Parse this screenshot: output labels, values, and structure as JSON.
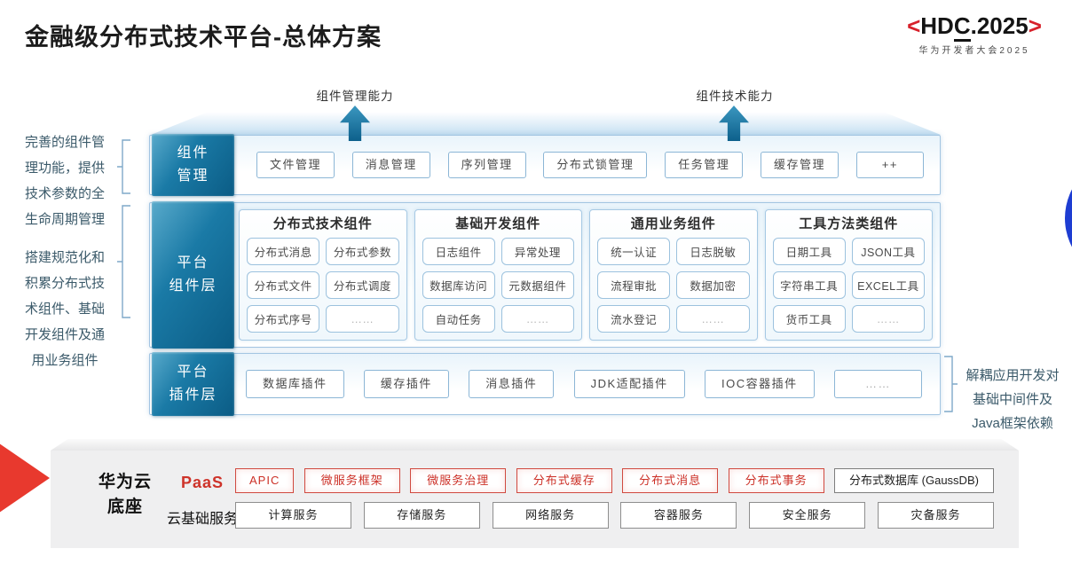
{
  "page": {
    "title": "金融级分布式技术平台-总体方案"
  },
  "logo": {
    "left_bracket": "<",
    "pre": "HD",
    "underlined": "C",
    "post": ".2025",
    "right_bracket": ">",
    "subtitle": "华为开发者大会2025"
  },
  "annotations": {
    "left_top": "完善的组件管\n理功能，提供\n技术参数的全\n生命周期管理",
    "left_bottom": "搭建规范化和\n积累分布式技\n术组件、基础\n开发组件及通\n用业务组件",
    "right": "解耦应用开发对\n基础中间件及\nJava框架依赖"
  },
  "arrows": {
    "left_label": "组件管理能力",
    "right_label": "组件技术能力"
  },
  "rows": {
    "management": {
      "label": "组件\n管理",
      "items": [
        "文件管理",
        "消息管理",
        "序列管理",
        "分布式锁管理",
        "任务管理",
        "缓存管理",
        "++"
      ]
    },
    "components": {
      "label": "平台\n组件层",
      "columns": [
        {
          "title": "分布式技术组件",
          "items": [
            "分布式消息",
            "分布式参数",
            "分布式文件",
            "分布式调度",
            "分布式序号",
            "……"
          ]
        },
        {
          "title": "基础开发组件",
          "items": [
            "日志组件",
            "异常处理",
            "数据库访问",
            "元数据组件",
            "自动任务",
            "……"
          ]
        },
        {
          "title": "通用业务组件",
          "items": [
            "统一认证",
            "日志脱敏",
            "流程审批",
            "数据加密",
            "流水登记",
            "……"
          ]
        },
        {
          "title": "工具方法类组件",
          "items": [
            "日期工具",
            "JSON工具",
            "字符串工具",
            "EXCEL工具",
            "货币工具",
            "……"
          ]
        }
      ]
    },
    "plugins": {
      "label": "平台\n插件层",
      "items": [
        "数据库插件",
        "缓存插件",
        "消息插件",
        "JDK适配插件",
        "IOC容器插件",
        "……"
      ]
    }
  },
  "foundation": {
    "label": "华为云\n底座",
    "paas": {
      "label": "PaaS",
      "items": [
        "APIC",
        "微服务框架",
        "微服务治理",
        "分布式缓存",
        "分布式消息",
        "分布式事务"
      ],
      "neutral_item": "分布式数据库 (GaussDB)"
    },
    "iaas": {
      "label": "云基础服务",
      "items": [
        "计算服务",
        "存储服务",
        "网络服务",
        "容器服务",
        "安全服务",
        "灾备服务"
      ]
    }
  },
  "colors": {
    "teal_dark": "#0b5c85",
    "teal_light": "#59aacb",
    "border_blue": "#a3c5e2",
    "red_accent": "#cc2f26",
    "hdc_red": "#d7212b",
    "platform_gray": "#efeff0",
    "circle_blue": "#1e3dd2"
  }
}
